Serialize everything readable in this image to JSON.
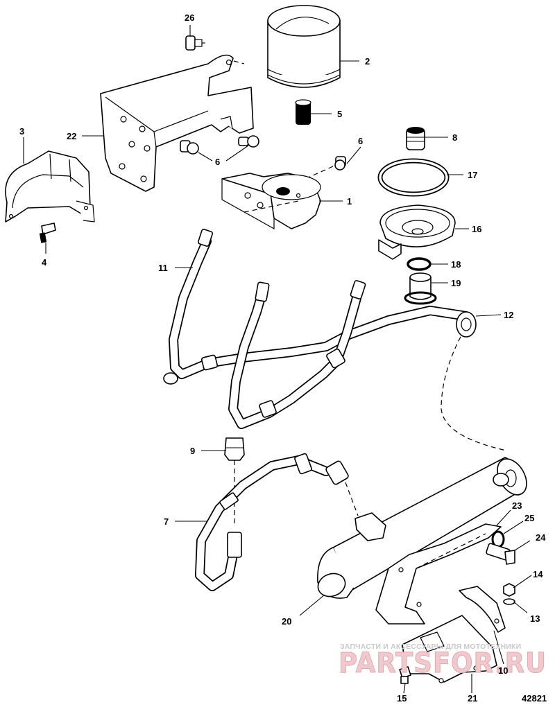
{
  "diagram": {
    "figure_id": "42821",
    "watermark": {
      "tagline": "ЗАПЧАСТИ И АКСЕССУАРЫ ДЛЯ МОТОТЕХНИКИ",
      "brand": "PARTSFOR.RU"
    },
    "callouts": [
      {
        "id": "c1",
        "label": "1"
      },
      {
        "id": "c2",
        "label": "2"
      },
      {
        "id": "c3",
        "label": "3"
      },
      {
        "id": "c4",
        "label": "4"
      },
      {
        "id": "c5",
        "label": "5"
      },
      {
        "id": "c6a",
        "label": "6"
      },
      {
        "id": "c6b",
        "label": "6"
      },
      {
        "id": "c7",
        "label": "7"
      },
      {
        "id": "c8",
        "label": "8"
      },
      {
        "id": "c9",
        "label": "9"
      },
      {
        "id": "c10",
        "label": "10"
      },
      {
        "id": "c11",
        "label": "11"
      },
      {
        "id": "c12",
        "label": "12"
      },
      {
        "id": "c13",
        "label": "13"
      },
      {
        "id": "c14",
        "label": "14"
      },
      {
        "id": "c15",
        "label": "15"
      },
      {
        "id": "c16",
        "label": "16"
      },
      {
        "id": "c17",
        "label": "17"
      },
      {
        "id": "c18",
        "label": "18"
      },
      {
        "id": "c19",
        "label": "19"
      },
      {
        "id": "c20",
        "label": "20"
      },
      {
        "id": "c21",
        "label": "21"
      },
      {
        "id": "c22",
        "label": "22"
      },
      {
        "id": "c23",
        "label": "23"
      },
      {
        "id": "c24",
        "label": "24"
      },
      {
        "id": "c25",
        "label": "25"
      },
      {
        "id": "c26",
        "label": "26"
      }
    ]
  }
}
